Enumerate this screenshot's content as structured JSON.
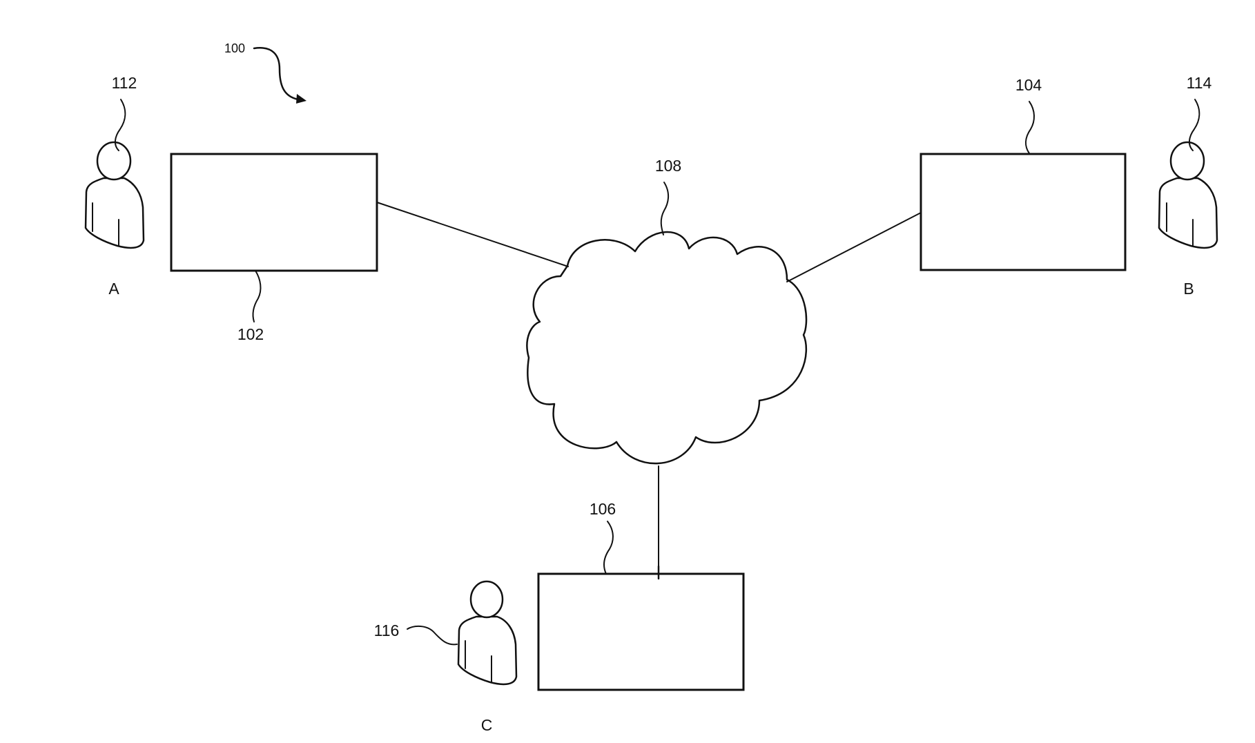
{
  "figure": {
    "reference_label": "100",
    "network": {
      "ref": "108",
      "shape": "cloud"
    },
    "devices": [
      {
        "id": "device-a",
        "ref": "102"
      },
      {
        "id": "device-b",
        "ref": "104"
      },
      {
        "id": "device-c",
        "ref": "106"
      }
    ],
    "users": [
      {
        "id": "user-a",
        "ref": "112",
        "letter": "A",
        "icon": "person-icon"
      },
      {
        "id": "user-b",
        "ref": "114",
        "letter": "B",
        "icon": "person-icon"
      },
      {
        "id": "user-c",
        "ref": "116",
        "letter": "C",
        "icon": "person-icon"
      }
    ],
    "connections": [
      {
        "from": "102",
        "to": "108"
      },
      {
        "from": "104",
        "to": "108"
      },
      {
        "from": "106",
        "to": "108"
      }
    ]
  },
  "colors": {
    "stroke": "#111111",
    "background": "#ffffff"
  }
}
